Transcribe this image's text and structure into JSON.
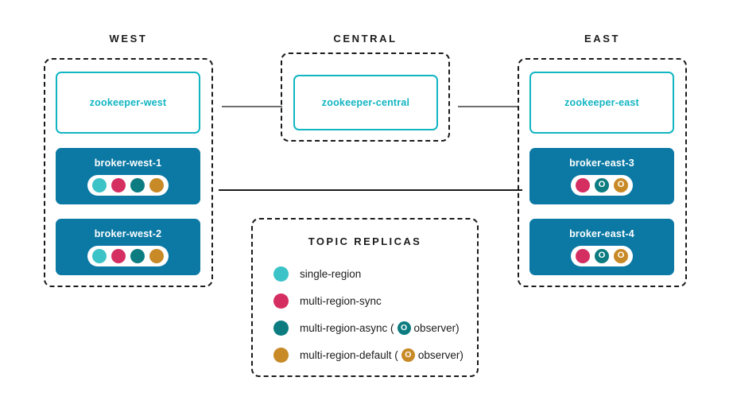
{
  "colors": {
    "single_region": "#3cc3c8",
    "multi_region_sync": "#d52f62",
    "multi_region_async": "#0c7c80",
    "multi_region_default": "#c88a27",
    "broker_fill": "#0b79a4",
    "zookeeper": "#12b5c2",
    "outline": "#1b1b1b",
    "connector": "#6e6e6e",
    "background": "#ffffff"
  },
  "regions": [
    {
      "id": "west",
      "header": "WEST",
      "zookeeper": {
        "label": "zookeeper-west"
      },
      "brokers": [
        {
          "label": "broker-west-1",
          "replicas": [
            {
              "type": "single-region",
              "color": "#3cc3c8",
              "observer": false,
              "glyph": ""
            },
            {
              "type": "multi-region-sync",
              "color": "#d52f62",
              "observer": false,
              "glyph": ""
            },
            {
              "type": "multi-region-async",
              "color": "#0c7c80",
              "observer": false,
              "glyph": ""
            },
            {
              "type": "multi-region-default",
              "color": "#c88a27",
              "observer": false,
              "glyph": ""
            }
          ]
        },
        {
          "label": "broker-west-2",
          "replicas": [
            {
              "type": "single-region",
              "color": "#3cc3c8",
              "observer": false,
              "glyph": ""
            },
            {
              "type": "multi-region-sync",
              "color": "#d52f62",
              "observer": false,
              "glyph": ""
            },
            {
              "type": "multi-region-async",
              "color": "#0c7c80",
              "observer": false,
              "glyph": ""
            },
            {
              "type": "multi-region-default",
              "color": "#c88a27",
              "observer": false,
              "glyph": ""
            }
          ]
        }
      ]
    },
    {
      "id": "central",
      "header": "CENTRAL",
      "zookeeper": {
        "label": "zookeeper-central"
      },
      "brokers": []
    },
    {
      "id": "east",
      "header": "EAST",
      "zookeeper": {
        "label": "zookeeper-east"
      },
      "brokers": [
        {
          "label": "broker-east-3",
          "replicas": [
            {
              "type": "multi-region-sync",
              "color": "#d52f62",
              "observer": false,
              "glyph": ""
            },
            {
              "type": "multi-region-async",
              "color": "#0c7c80",
              "observer": true,
              "glyph": "O"
            },
            {
              "type": "multi-region-default",
              "color": "#c88a27",
              "observer": true,
              "glyph": "O"
            }
          ]
        },
        {
          "label": "broker-east-4",
          "replicas": [
            {
              "type": "multi-region-sync",
              "color": "#d52f62",
              "observer": false,
              "glyph": ""
            },
            {
              "type": "multi-region-async",
              "color": "#0c7c80",
              "observer": true,
              "glyph": "O"
            },
            {
              "type": "multi-region-default",
              "color": "#c88a27",
              "observer": true,
              "glyph": "O"
            }
          ]
        }
      ]
    }
  ],
  "connectors": [
    {
      "id": "west-central-zookeeper",
      "from": "zookeeper-west",
      "to": "zookeeper-central"
    },
    {
      "id": "central-east-zookeeper",
      "from": "zookeeper-central",
      "to": "zookeeper-east"
    },
    {
      "id": "west-east-brokers",
      "from": "broker-west-1",
      "to": "broker-east-3"
    }
  ],
  "legend": {
    "title": "TOPIC REPLICAS",
    "items": [
      {
        "color": "#3cc3c8",
        "prefix": "single-region",
        "has_observer": false,
        "open_paren": "",
        "badge_glyph": "",
        "suffix": ""
      },
      {
        "color": "#d52f62",
        "prefix": "multi-region-sync",
        "has_observer": false,
        "open_paren": "",
        "badge_glyph": "",
        "suffix": ""
      },
      {
        "color": "#0c7c80",
        "prefix": "multi-region-async (",
        "has_observer": true,
        "badge_glyph": "O",
        "suffix": "observer)"
      },
      {
        "color": "#c88a27",
        "prefix": "multi-region-default (",
        "has_observer": true,
        "badge_glyph": "O",
        "suffix": "observer)"
      }
    ]
  }
}
